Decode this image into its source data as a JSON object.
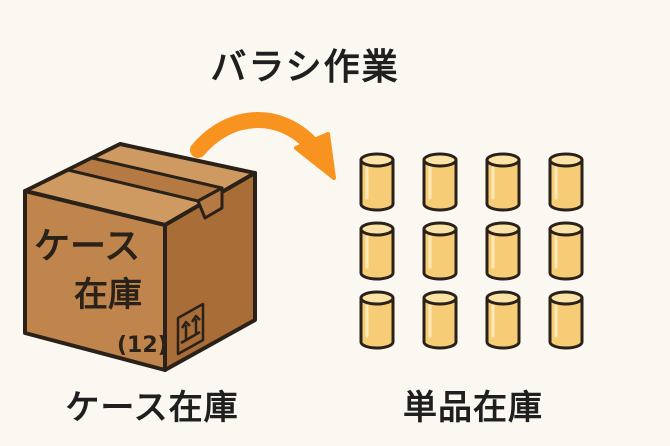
{
  "title": "バラシ作業",
  "box": {
    "label_line1": "ケース",
    "label_line2": "在庫",
    "count_label": "(12)",
    "icon": "this-side-up-icon"
  },
  "arrow_icon": "curved-arrow-right-icon",
  "captions": {
    "left": "ケース在庫",
    "right": "単品在庫"
  },
  "units": {
    "rows": 3,
    "cols": 4,
    "icon": "cylinder-item-icon"
  },
  "colors": {
    "background": "#fbf8f1",
    "box_front": "#c0854d",
    "box_top": "#cf9a62",
    "box_side": "#a96d38",
    "arrow": "#f7931e",
    "unit_fill": "#f6cd76",
    "unit_top": "#fbe2a6",
    "outline": "#2a2118"
  }
}
